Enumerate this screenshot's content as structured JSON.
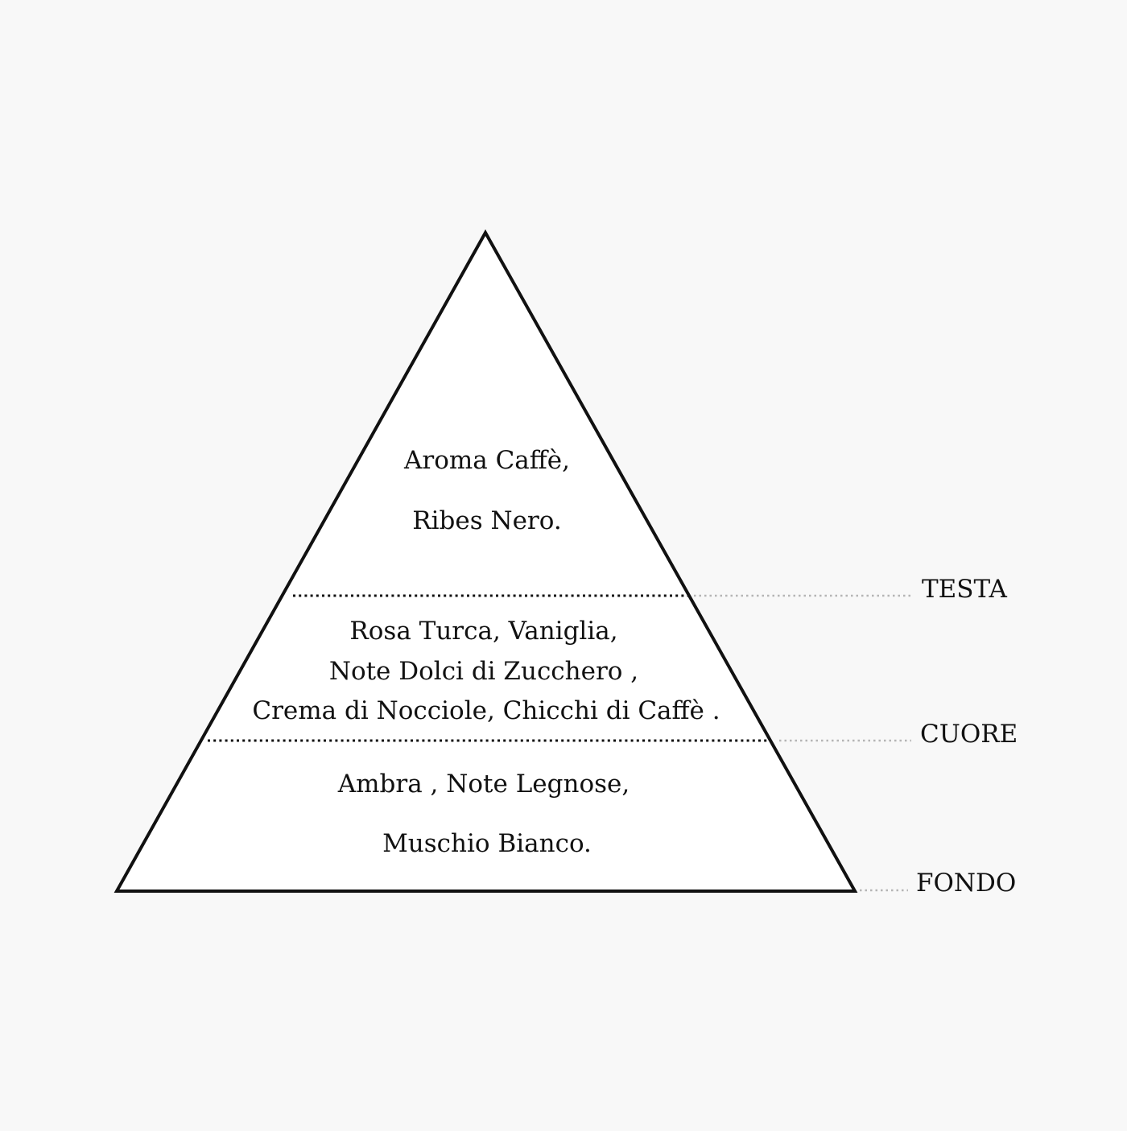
{
  "pyramid": {
    "tiers": [
      {
        "label": "TESTA",
        "notes": [
          "Aroma Caffè,",
          "Ribes Nero."
        ]
      },
      {
        "label": "CUORE",
        "notes": [
          "Rosa Turca, Vaniglia,",
          "Note Dolci di Zucchero ,",
          "Crema di Nocciole, Chicchi di Caffè ."
        ]
      },
      {
        "label": "FONDO",
        "notes": [
          "Ambra , Note Legnose,",
          "Muschio Bianco."
        ]
      }
    ]
  },
  "colors": {
    "background": "#f8f8f8",
    "pyramid_fill": "#ffffff",
    "outline": "#111111",
    "leader_line": "#b5b5b5"
  }
}
